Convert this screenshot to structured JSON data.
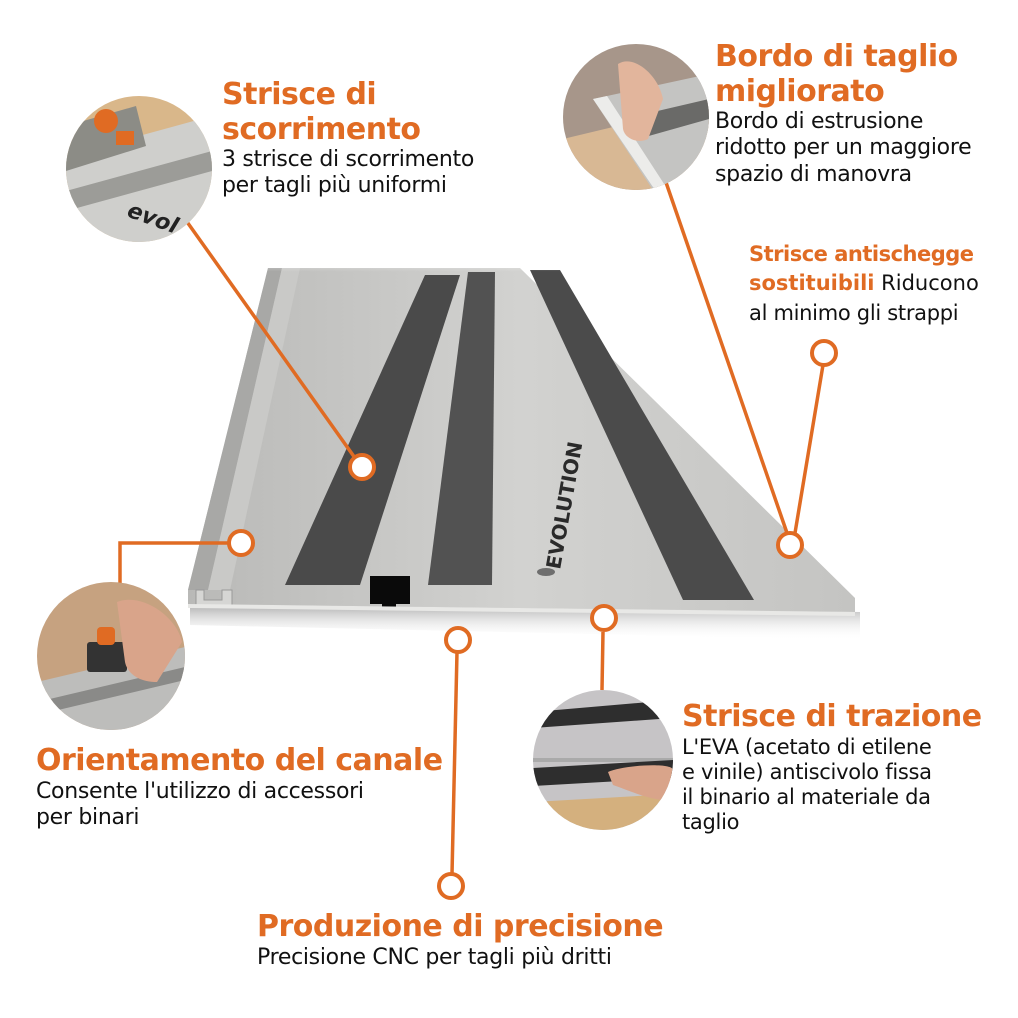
{
  "accent_color": "#E06B23",
  "product": {
    "name": "guide-rail",
    "brand_label": "evolution"
  },
  "callouts": [
    {
      "id": "glide-strips",
      "title_lines": [
        "Strisce di",
        "scorrimento"
      ],
      "desc_lines": [
        "3 strisce di scorrimento",
        "per tagli più uniformi"
      ]
    },
    {
      "id": "cutting-edge",
      "title_lines": [
        "Bordo di taglio",
        "migliorato"
      ],
      "desc_lines": [
        "Bordo di estrusione",
        "ridotto per un maggiore",
        "spazio di manovra"
      ]
    },
    {
      "id": "splinter-strips",
      "title_lines": [
        "Strisce antischegge",
        "sostituibili"
      ],
      "title_inline_desc": "Riducono",
      "desc_lines": [
        "al minimo gli strappi"
      ]
    },
    {
      "id": "channel",
      "title_lines": [
        "Orientamento del canale"
      ],
      "desc_lines": [
        "Consente l'utilizzo di accessori",
        "per binari"
      ]
    },
    {
      "id": "traction-strips",
      "title_lines": [
        "Strisce di trazione"
      ],
      "desc_lines": [
        "L'EVA (acetato di etilene",
        "e vinile) antiscivolo fissa",
        "il binario al materiale da",
        "taglio"
      ]
    },
    {
      "id": "precision",
      "title_lines": [
        "Produzione di precisione"
      ],
      "desc_lines": [
        "Precisione CNC per tagli più dritti"
      ]
    }
  ]
}
